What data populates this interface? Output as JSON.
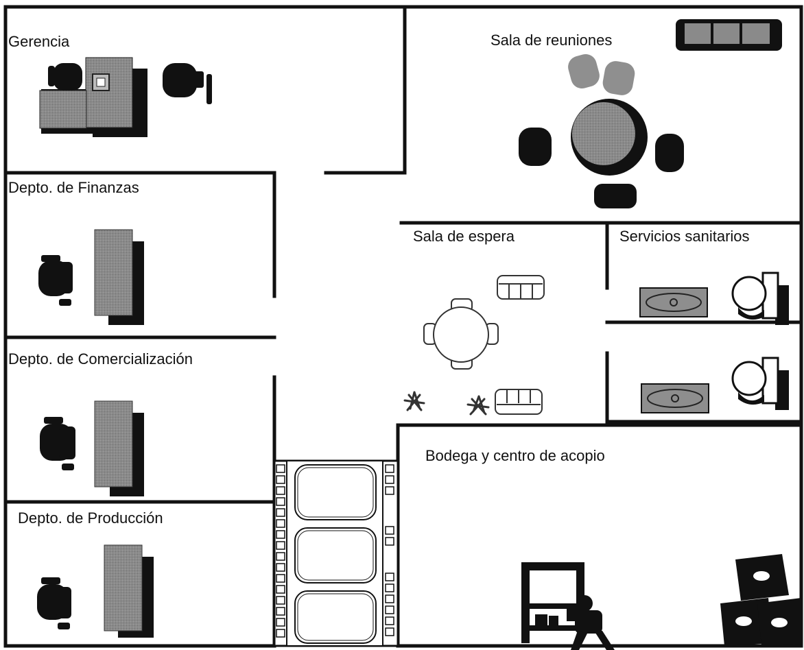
{
  "rooms": {
    "gerencia": "Gerencia",
    "sala_reuniones": "Sala de reuniones",
    "finanzas": "Depto. de Finanzas",
    "sala_espera": "Sala de espera",
    "servicios": "Servicios sanitarios",
    "comercializacion": "Depto. de Comercialización",
    "produccion": "Depto. de Producción",
    "bodega": "Bodega y centro de acopio"
  },
  "colors": {
    "wall": "#111111",
    "desk": "#8a8a8a",
    "furniture_dark": "#111111",
    "sink": "#8e8e8e",
    "plant": "#555555"
  }
}
